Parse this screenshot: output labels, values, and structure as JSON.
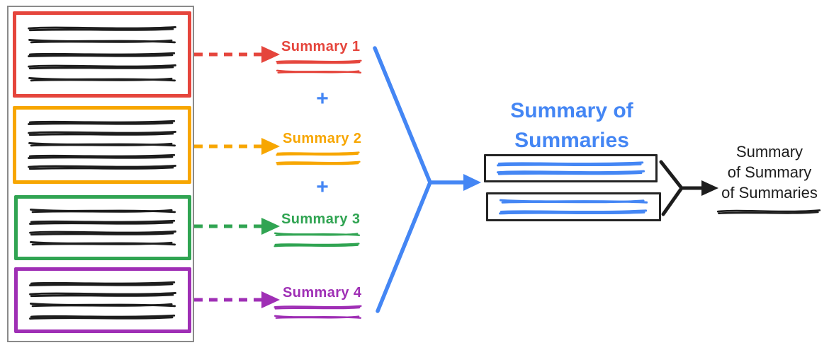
{
  "colors": {
    "red": "#e5453c",
    "yellow": "#f7a600",
    "green": "#30a452",
    "purple": "#9f2fb5",
    "blue": "#4486f4",
    "ink": "#1d1d1d",
    "frame_gray": "#8a8a8a"
  },
  "documents_panel": {
    "sections": [
      {
        "name": "document-section-1",
        "color": "#e5453c",
        "text_lines": 5
      },
      {
        "name": "document-section-2",
        "color": "#f7a600",
        "text_lines": 5
      },
      {
        "name": "document-section-3",
        "color": "#30a452",
        "text_lines": 4
      },
      {
        "name": "document-section-4",
        "color": "#9f2fb5",
        "text_lines": 4
      }
    ]
  },
  "summaries": [
    {
      "label": "Summary 1",
      "color": "#e5453c"
    },
    {
      "label": "Summary 2",
      "color": "#f7a600"
    },
    {
      "label": "Summary 3",
      "color": "#30a452"
    },
    {
      "label": "Summary 4",
      "color": "#9f2fb5"
    }
  ],
  "operator": {
    "plus": "+"
  },
  "summary_of_summaries": {
    "title_lines": [
      "Summary of",
      "Summaries"
    ],
    "color": "#4486f4",
    "boxes": [
      {
        "text_lines": 2
      },
      {
        "text_lines": 2
      }
    ]
  },
  "final_summary": {
    "label_lines": [
      "Summary",
      "of Summary",
      "of Summaries"
    ],
    "color": "#1d1d1d"
  }
}
